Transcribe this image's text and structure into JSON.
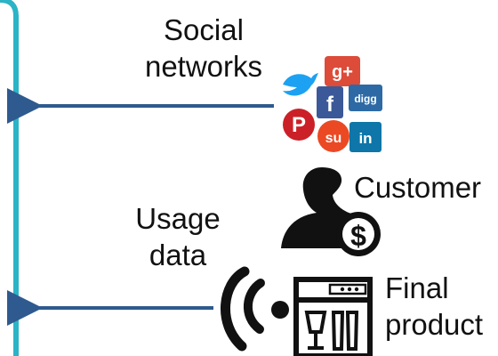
{
  "labels": {
    "social_networks": [
      "Social",
      "networks"
    ],
    "customer": "Customer",
    "usage_data": [
      "Usage",
      "data"
    ],
    "final_product": [
      "Final",
      "product"
    ]
  },
  "social_icons": [
    {
      "name": "twitter",
      "glyph": "",
      "color": "#1da1f2"
    },
    {
      "name": "google-plus",
      "glyph": "g+",
      "color": "#dd4b39"
    },
    {
      "name": "facebook",
      "glyph": "f",
      "color": "#3b5998"
    },
    {
      "name": "digg",
      "glyph": "digg",
      "color": "#2d6aa5"
    },
    {
      "name": "pinterest",
      "glyph": "P",
      "color": "#cb2027"
    },
    {
      "name": "stumbleupon",
      "glyph": "su",
      "color": "#eb4924"
    },
    {
      "name": "linkedin",
      "glyph": "in",
      "color": "#0e76a8"
    }
  ],
  "colors": {
    "boundary": "#2bb3c6",
    "arrow": "#2e5a8f",
    "icon_dark": "#111111",
    "text": "#111111"
  }
}
